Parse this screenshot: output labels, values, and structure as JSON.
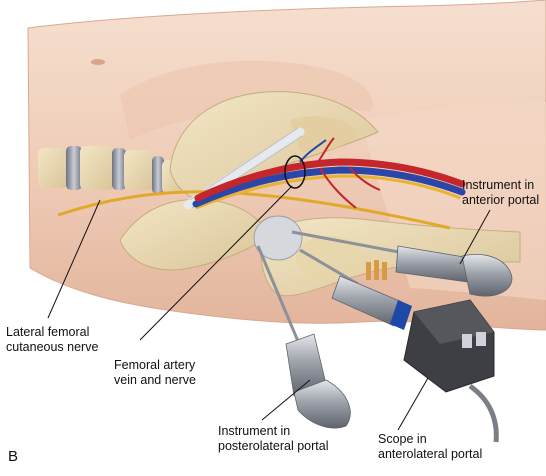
{
  "figure": {
    "panel_letter": "B",
    "labels": {
      "anterior_portal": [
        "Instrument in",
        "anterior portal"
      ],
      "lateral_nerve": [
        "Lateral femoral",
        "cutaneous nerve"
      ],
      "femoral_bundle": [
        "Femoral artery",
        "vein and nerve"
      ],
      "posterolateral_portal": [
        "Instrument in",
        "posterolateral portal"
      ],
      "scope_portal": [
        "Scope in",
        "anterolateral portal"
      ]
    }
  },
  "colors": {
    "skin": "#f2d3bf",
    "bone": "#ead9b2",
    "artery": "#c4262b",
    "vein": "#2c45a8",
    "nerve": "#e2a82a",
    "metal": "#a7acb4",
    "camera": "#3e3f44",
    "scope_ring": "#1e49a8"
  }
}
